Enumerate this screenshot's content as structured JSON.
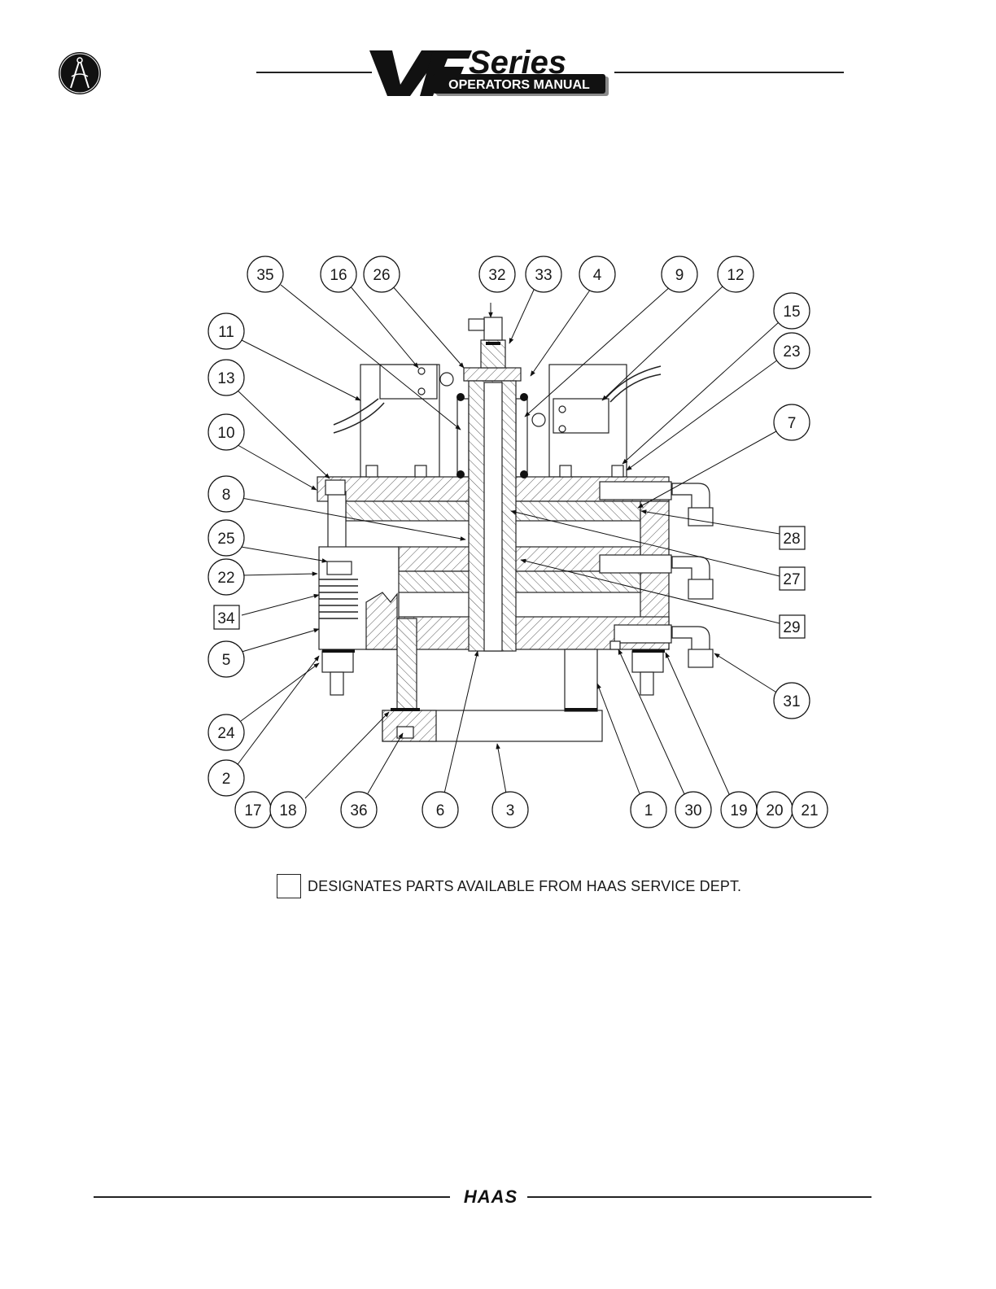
{
  "header": {
    "brand_main": "VF",
    "brand_series": "Series",
    "brand_subtitle": "OPERATORS MANUAL"
  },
  "diagram": {
    "callouts": [
      {
        "label": "35",
        "boxed": false
      },
      {
        "label": "16",
        "boxed": false
      },
      {
        "label": "26",
        "boxed": false
      },
      {
        "label": "32",
        "boxed": false
      },
      {
        "label": "33",
        "boxed": false
      },
      {
        "label": "4",
        "boxed": false
      },
      {
        "label": "9",
        "boxed": false
      },
      {
        "label": "12",
        "boxed": false
      },
      {
        "label": "15",
        "boxed": false
      },
      {
        "label": "23",
        "boxed": false
      },
      {
        "label": "11",
        "boxed": false
      },
      {
        "label": "13",
        "boxed": false
      },
      {
        "label": "10",
        "boxed": false
      },
      {
        "label": "7",
        "boxed": false
      },
      {
        "label": "8",
        "boxed": false
      },
      {
        "label": "28",
        "boxed": true
      },
      {
        "label": "25",
        "boxed": false
      },
      {
        "label": "27",
        "boxed": true
      },
      {
        "label": "22",
        "boxed": false
      },
      {
        "label": "34",
        "boxed": true
      },
      {
        "label": "29",
        "boxed": true
      },
      {
        "label": "5",
        "boxed": false
      },
      {
        "label": "31",
        "boxed": false
      },
      {
        "label": "24",
        "boxed": false
      },
      {
        "label": "2",
        "boxed": false
      },
      {
        "label": "17",
        "boxed": false
      },
      {
        "label": "18",
        "boxed": false
      },
      {
        "label": "36",
        "boxed": false
      },
      {
        "label": "6",
        "boxed": false
      },
      {
        "label": "3",
        "boxed": false
      },
      {
        "label": "1",
        "boxed": false
      },
      {
        "label": "30",
        "boxed": false
      },
      {
        "label": "19",
        "boxed": false
      },
      {
        "label": "20",
        "boxed": false
      },
      {
        "label": "21",
        "boxed": false
      }
    ]
  },
  "legend": {
    "text": "DESIGNATES PARTS AVAILABLE FROM HAAS SERVICE DEPT."
  },
  "footer": {
    "brand": "HAAS"
  },
  "colors": {
    "ink": "#1a1a1a",
    "hatch": "#555555",
    "paper": "#ffffff"
  }
}
